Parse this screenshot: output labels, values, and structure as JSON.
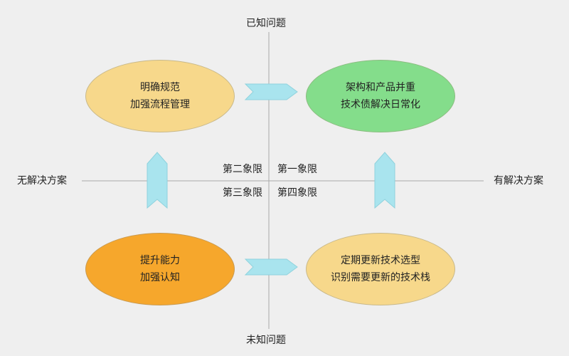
{
  "axes": {
    "top": "已知问题",
    "bottom": "未知问题",
    "left": "无解决方案",
    "right": "有解决方案"
  },
  "quadrants": {
    "q1": "第一象限",
    "q2": "第二象限",
    "q3": "第三象限",
    "q4": "第四象限"
  },
  "nodes": {
    "top_left": {
      "line1": "明确规范",
      "line2": "加强流程管理",
      "color": "#f7d88b"
    },
    "top_right": {
      "line1": "架构和产品并重",
      "line2": "技术债解决日常化",
      "color": "#84dd8b"
    },
    "bottom_left": {
      "line1": "提升能力",
      "line2": "加强认知",
      "color": "#f6a72c"
    },
    "bottom_right": {
      "line1": "定期更新技术选型",
      "line2": "识别需要更新的技术栈",
      "color": "#f7d88b"
    }
  },
  "colors": {
    "arrow": "#a9e4ee",
    "ellipse_border": "#c9b98a",
    "axis": "#a8a8a8"
  }
}
